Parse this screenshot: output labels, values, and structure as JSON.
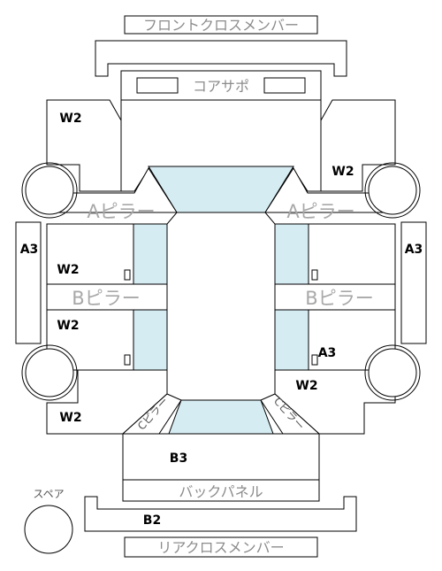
{
  "labels": {
    "front_cross_member": "フロントクロスメンバー",
    "core_support": "コアサポ",
    "a_pillar": "Aピラー",
    "b_pillar": "Bピラー",
    "c_pillar": "Cピラー",
    "back_panel": "バックパネル",
    "rear_cross_member": "リアクロスメンバー",
    "spare": "スペア"
  },
  "grades": {
    "front_left_fender": "W2",
    "front_right_fender": "W2",
    "left_rocker": "A3",
    "right_rocker": "A3",
    "front_left_door": "W2",
    "rear_left_door": "W2",
    "rear_right_door": "A3",
    "rear_left_quarter": "W2",
    "rear_right_quarter": "W2",
    "trunk": "B3",
    "rear_bumper": "B2"
  },
  "colors": {
    "glass": "#d6ecf3",
    "line": "#000000",
    "label": "#a8a8a8"
  }
}
